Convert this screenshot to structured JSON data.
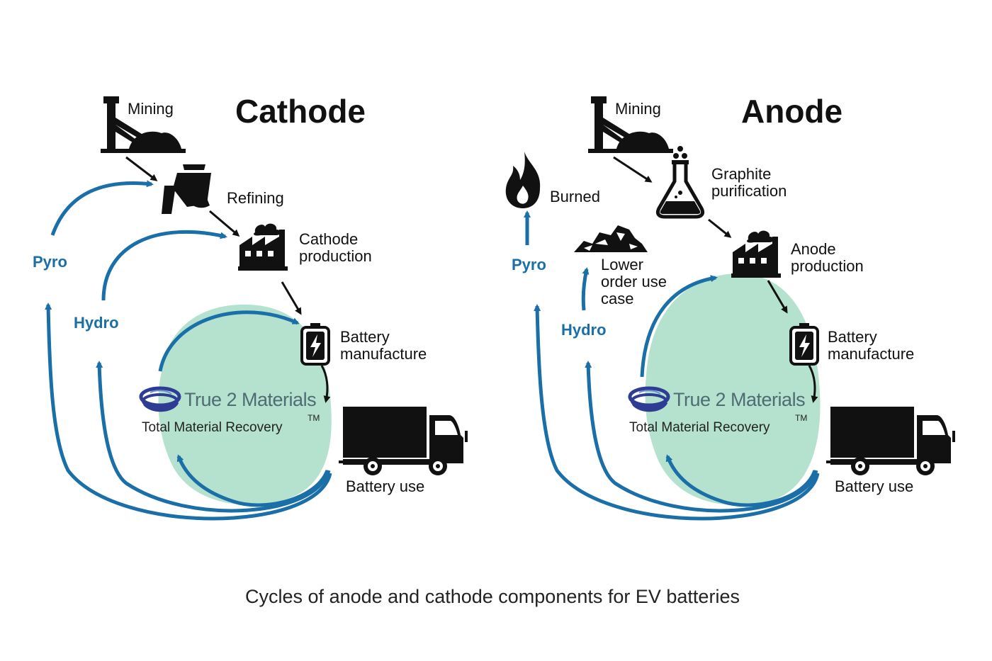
{
  "caption": "Cycles of anode and cathode components for EV batteries",
  "colors": {
    "loop_blue": "#1a6fa8",
    "recovery_fill": "#b5e2cf",
    "icon_black": "#111111",
    "brand_blue": "#2e3d93"
  },
  "cathode": {
    "title": "Cathode",
    "mining": "Mining",
    "refining": "Refining",
    "production": "Cathode\nproduction",
    "manufacture": "Battery\nmanufacture",
    "use": "Battery use",
    "pyro": "Pyro",
    "hydro": "Hydro",
    "brand": "True 2 Materials",
    "recovery": "Total Material Recovery",
    "tm": "TM"
  },
  "anode": {
    "title": "Anode",
    "mining": "Mining",
    "purification": "Graphite\npurification",
    "burned": "Burned",
    "lower_order": "Lower\norder use\ncase",
    "production": "Anode\nproduction",
    "manufacture": "Battery\nmanufacture",
    "use": "Battery use",
    "pyro": "Pyro",
    "hydro": "Hydro",
    "brand": "True 2 Materials",
    "recovery": "Total Material Recovery",
    "tm": "TM"
  },
  "icons": [
    "mine-icon",
    "refinery-bucket-icon",
    "factory-icon",
    "battery-icon",
    "truck-icon",
    "flame-icon",
    "flask-icon",
    "coal-pile-icon",
    "t2m-logo-icon"
  ]
}
